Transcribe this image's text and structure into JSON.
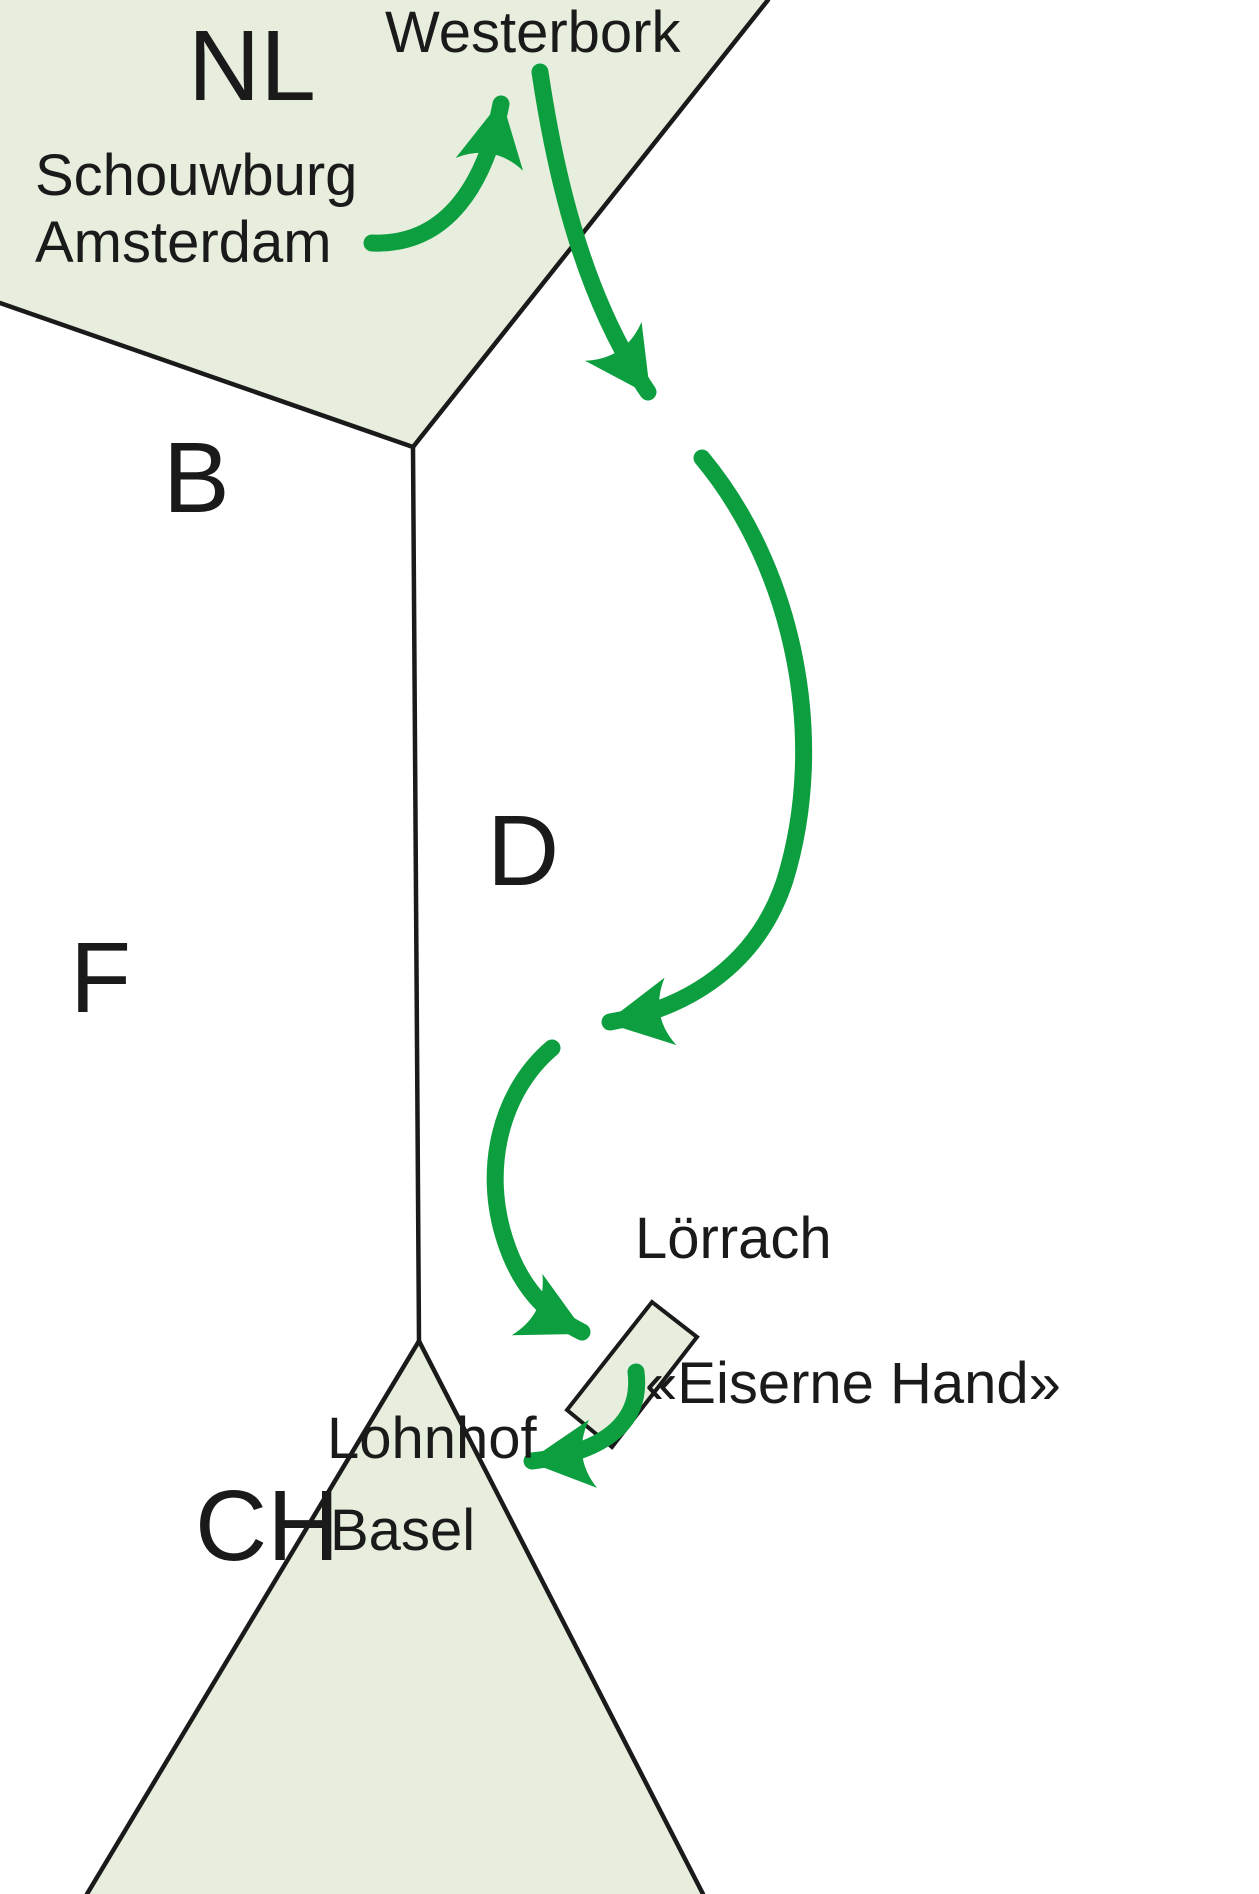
{
  "colors": {
    "region_fill": "#e7eedd",
    "border": "#1a1a1a",
    "route": "#0d9f3f",
    "text": "#1a1a1a"
  },
  "labels": {
    "country_nl": "NL",
    "country_b": "B",
    "country_d": "D",
    "country_f": "F",
    "country_ch": "CH",
    "westerbork": "Westerbork",
    "schouwburg_line1": "Schouwburg",
    "schouwburg_line2": "Amsterdam",
    "loerrach": "Lörrach",
    "eiserne_hand": "«Eiserne Hand»",
    "lohnhof": "Lohnhof",
    "basel": "Basel"
  },
  "route": {
    "stops": [
      "Schouwburg Amsterdam",
      "Westerbork",
      "Lörrach",
      "«Eiserne Hand»",
      "Lohnhof Basel"
    ]
  }
}
